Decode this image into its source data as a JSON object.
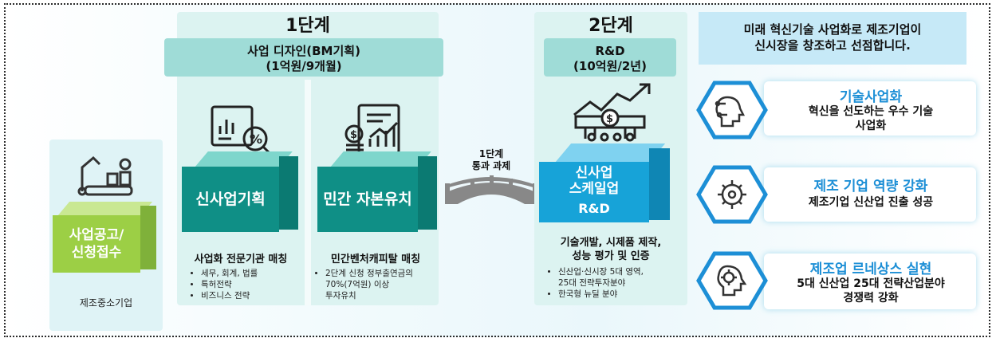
{
  "left": {
    "cube_label": "사업공고/\n신청접수",
    "caption": "제조중소기업"
  },
  "stage1": {
    "title": "1단계",
    "header": "사업 디자인(BM기획)\n(1억원/9개월)",
    "col1": {
      "cube_label": "신사업기획",
      "subtitle": "사업화 전문기관 매칭",
      "bullets": [
        "세무, 회계, 법률",
        "특허전략",
        "비즈니스 전략"
      ]
    },
    "col2": {
      "cube_label": "민간 자본유치",
      "subtitle": "민간벤처캐피탈 매칭",
      "bullets": [
        "2단계 신청 정부출연금의\n70%(7억원) 이상\n투자유치"
      ]
    }
  },
  "bridge": {
    "label": "1단계\n통과 과제"
  },
  "stage2": {
    "title": "2단계",
    "header": "R&D\n(10억원/2년)",
    "cube_label": "신사업\n스케일업",
    "cube_sub": "R&D",
    "subtitle": "기술개발, 시제품 제작,\n성능 평가 및 인증",
    "bullets": [
      "신산업·신시장 5대 영역,\n25대 전략투자분야",
      "한국형 뉴딜 분야"
    ]
  },
  "right": {
    "banner": "미래 혁신기술 사업화로 제조기업이\n신시장을 창조하고 선점합니다.",
    "items": [
      {
        "title": "기술사업화",
        "desc": "혁신을 선도하는 우수 기술\n사업화",
        "icon": "ai-head-icon"
      },
      {
        "title": "제조 기업 역량 강화",
        "desc": "제조기업 신산업 진출 성공",
        "icon": "gear-network-icon"
      },
      {
        "title": "제조업 르네상스 실현",
        "desc": "5대 신산업 25대 전략산업분야\n경쟁력 강화",
        "icon": "brain-gear-icon"
      }
    ]
  },
  "colors": {
    "teal_dark": "#0f8f86",
    "teal_mid": "#14b3a6",
    "blue_cube": "#17a3d8",
    "green_cube": "#9ccf45",
    "accent_blue": "#1d8fd6"
  }
}
